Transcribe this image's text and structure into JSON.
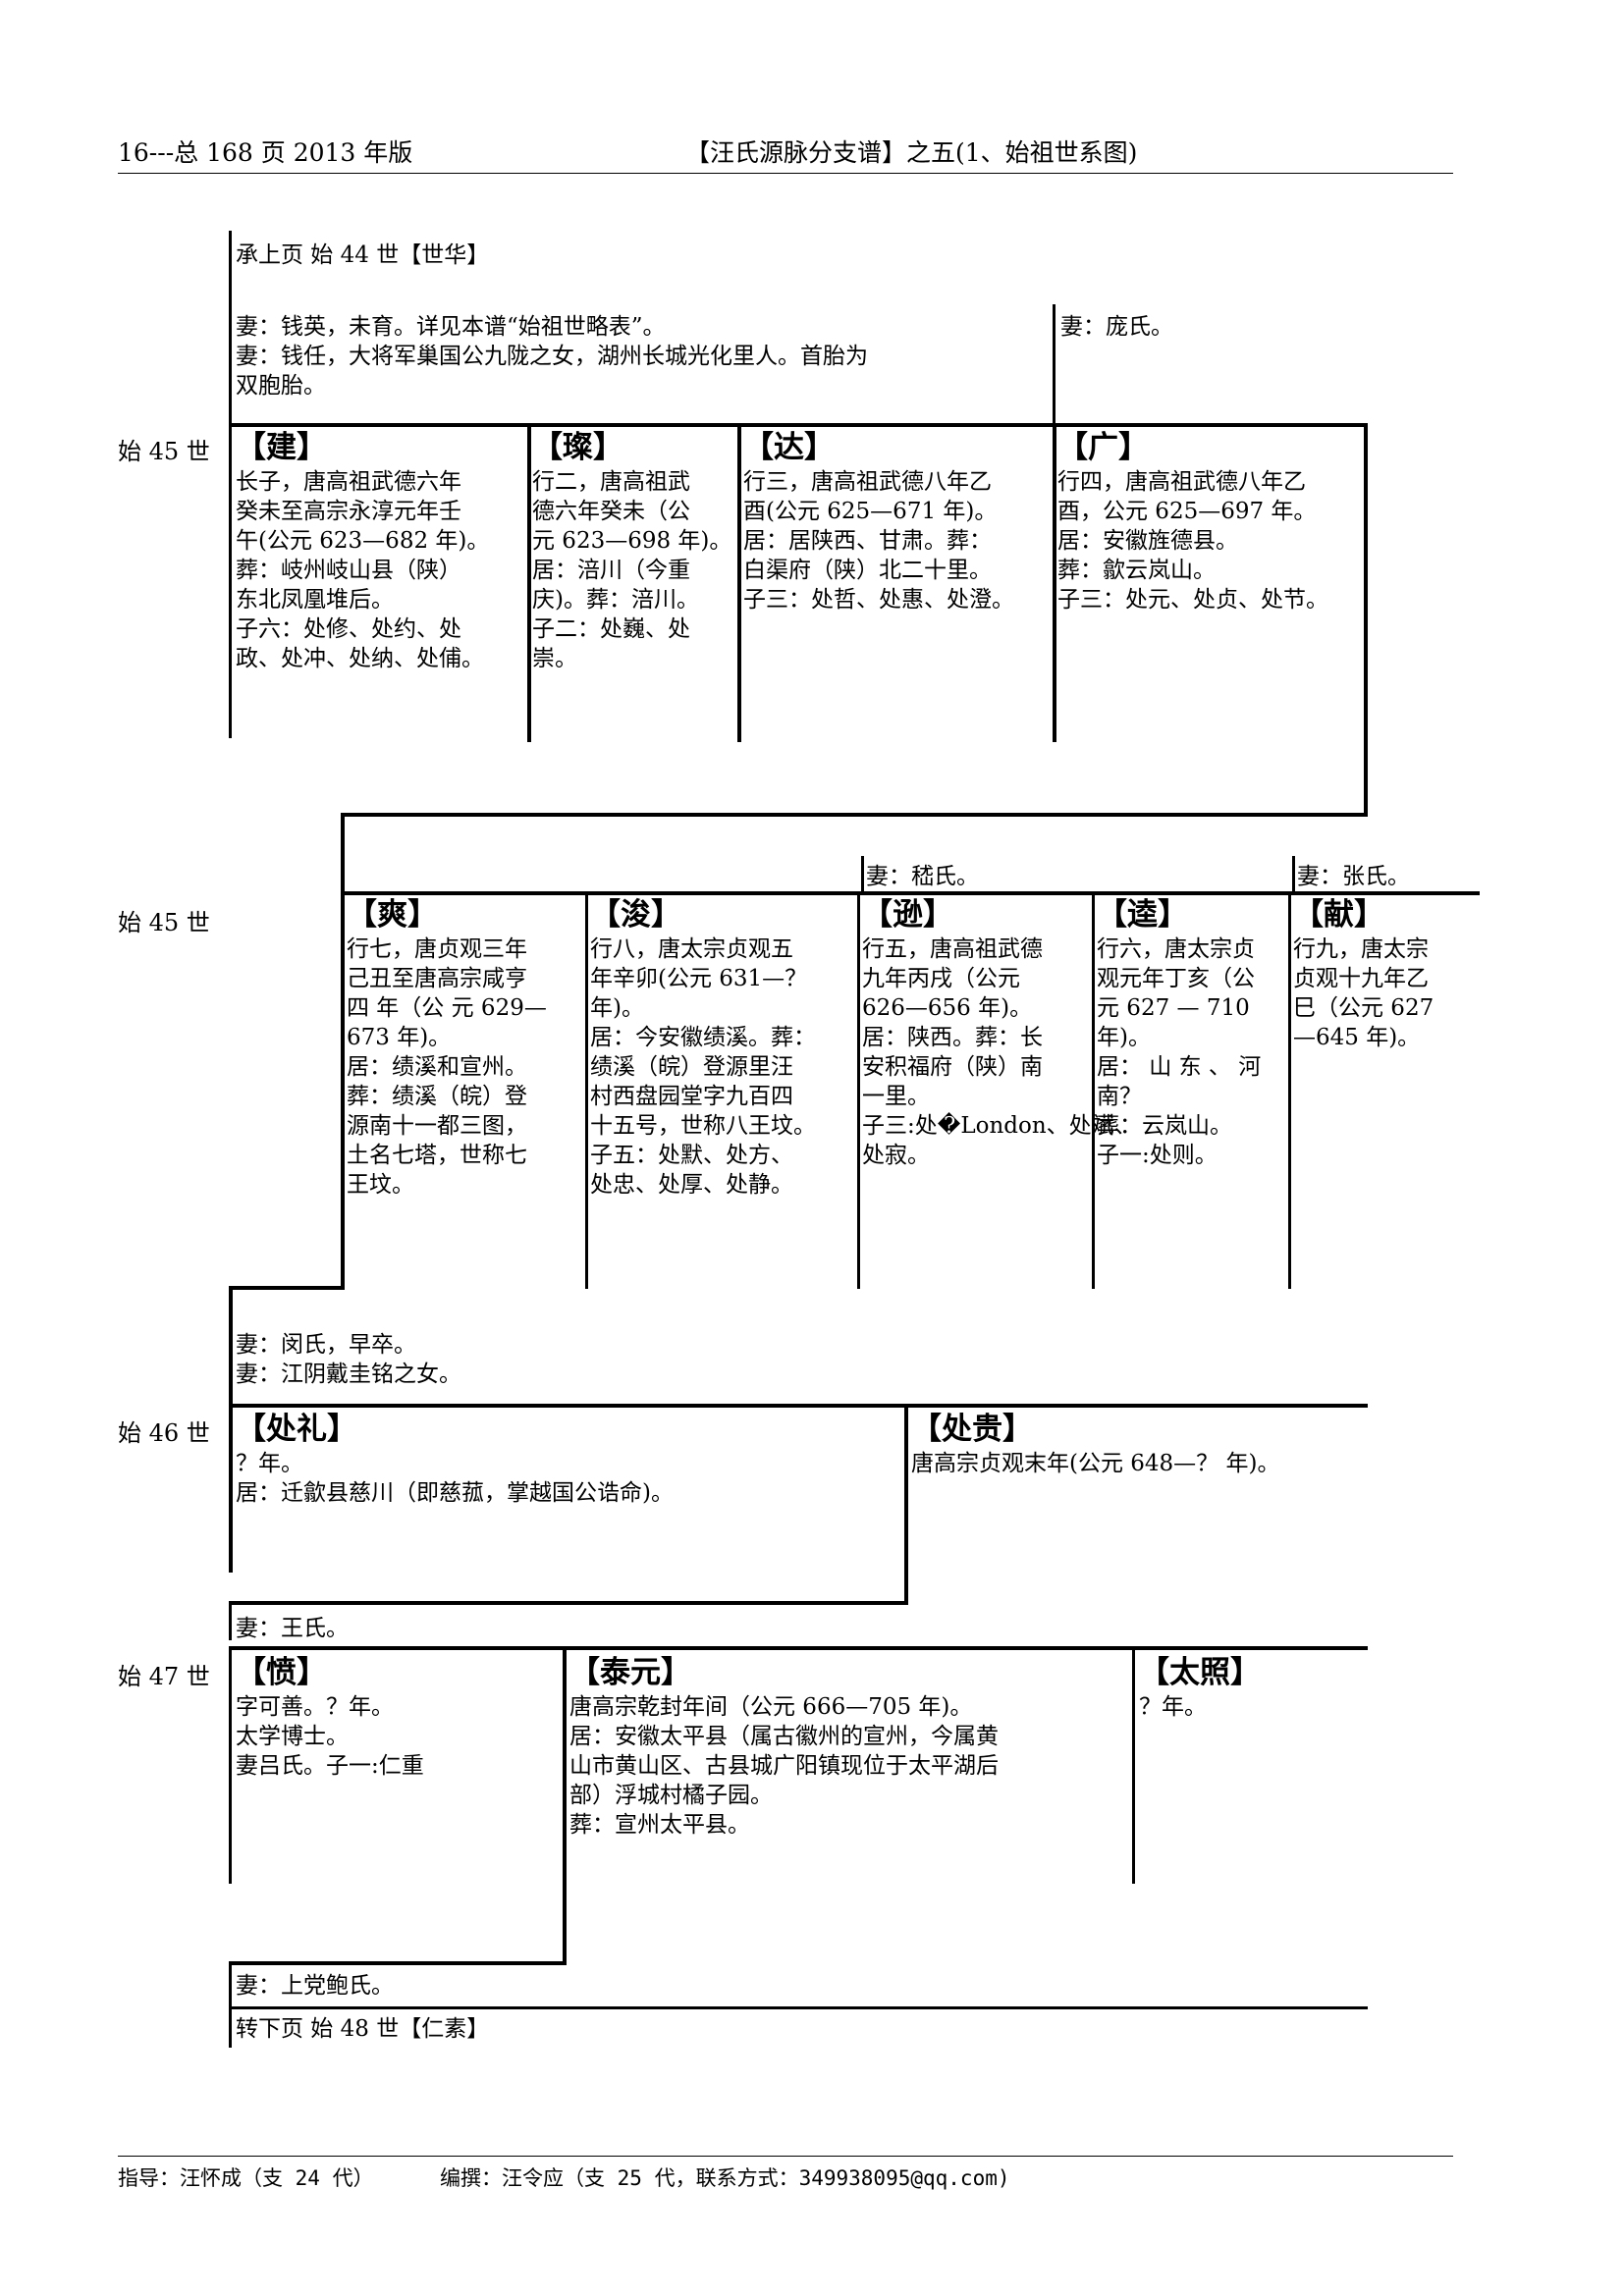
{
  "header": {
    "left": "16---总 168 页 2013 年版",
    "center": "【汪氏源脉分支谱】之五(1、始祖世系图)"
  },
  "top": {
    "continued": "承上页 始 44 世【世华】",
    "wife_a": [
      "妻：钱英，未育。详见本谱“始祖世略表”。",
      "妻：钱任，大将军巢国公九陇之女，湖州长城光化里人。首胎为",
      "双胞胎。"
    ],
    "wife_b": "妻：庞氏。"
  },
  "gen45a": {
    "label": "始 45 世",
    "people": [
      {
        "name": "【建】",
        "lines": [
          "长子，唐高祖武德六年",
          "癸未至高宗永淳元年壬",
          "午(公元 623—682 年)。",
          "葬：岐州岐山县（陕）",
          "东北凤凰堆后。",
          "子六：处修、处约、处",
          "政、处冲、处纳、处俌。"
        ]
      },
      {
        "name": "【璨】",
        "lines": [
          "行二，唐高祖武",
          "德六年癸未（公",
          "元 623—698 年)。",
          "居：涪川（今重",
          "庆)。葬：涪川。",
          "子二：处巍、处",
          "崇。"
        ]
      },
      {
        "name": "【达】",
        "lines": [
          "行三，唐高祖武德八年乙",
          "酉(公元 625—671 年)。",
          "居：居陕西、甘肃。葬：",
          "白渠府（陕）北二十里。",
          "子三：处哲、处惠、处澄。"
        ]
      },
      {
        "name": "【广】",
        "lines": [
          "行四，唐高祖武德八年乙",
          "酉，公元 625—697 年。",
          "居：安徽旌德县。",
          "葬：歙云岚山。",
          "子三：处元、处贞、处节。"
        ]
      }
    ]
  },
  "gen45b": {
    "label": "始 45 世",
    "wife_xun": "妻：嵇氏。",
    "wife_xian": "妻：张氏。",
    "people": [
      {
        "name": "【爽】",
        "lines": [
          "行七，唐贞观三年",
          "己丑至唐高宗咸亨",
          "四 年（公 元 629—",
          "673 年)。",
          "居：绩溪和宣州。",
          "葬：绩溪（皖）登",
          "源南十一都三图，",
          "土名七塔，世称七",
          "王坟。"
        ]
      },
      {
        "name": "【浚】",
        "lines": [
          "行八，唐太宗贞观五",
          "年辛卯(公元 631—？",
          "年)。",
          "居：今安徽绩溪。葬：",
          "绩溪（皖）登源里汪",
          "村西盘园堂字九百四",
          "十五号，世称八王坟。",
          "子五：处默、处方、",
          "处忠、处厚、处静。"
        ]
      },
      {
        "name": "【逊】",
        "lines": [
          "行五，唐高祖武德",
          "九年丙戌（公元",
          "626—656 年)。",
          "居：陕西。葬：长",
          "安积福府（陕）南",
          "一里。",
          "子三:处�London、处斌、",
          "处寂。"
        ]
      },
      {
        "name": "【逵】",
        "lines": [
          "行六，唐太宗贞",
          "观元年丁亥（公",
          "元  627 — 710",
          "年)。",
          "居： 山 东 、 河",
          "南？",
          "葬：云岚山。",
          "子一:处则。"
        ]
      },
      {
        "name": "【献】",
        "lines": [
          "行九，唐太宗",
          "贞观十九年乙",
          "巳（公元 627",
          "—645 年)。"
        ]
      }
    ]
  },
  "gen46": {
    "label": "始 46 世",
    "wife_lines": [
      "妻：闵氏，早卒。",
      "妻：江阴戴圭铭之女。"
    ],
    "people": [
      {
        "name": "【处礼】",
        "lines": [
          "？年。",
          "居：迁歙县慈川（即慈菰，掌越国公诰命)。"
        ]
      },
      {
        "name": "【处贵】",
        "lines": [
          "唐高宗贞观末年(公元 648—？ 年)。"
        ]
      }
    ]
  },
  "gen47": {
    "label": "始 47 世",
    "wife": "妻：王氏。",
    "people": [
      {
        "name": "【愤】",
        "lines": [
          "字可善。？年。",
          "太学博士。",
          "妻吕氏。子一:仁重"
        ]
      },
      {
        "name": "【泰元】",
        "lines": [
          "唐高宗乾封年间（公元 666—705 年)。",
          "居：安徽太平县（属古徽州的宣州，今属黄",
          "山市黄山区、古县城广阳镇现位于太平湖后",
          "部）浮城村橘子园。",
          "葬：宣州太平县。"
        ]
      },
      {
        "name": "【太照】",
        "lines": [
          "？年。"
        ]
      }
    ]
  },
  "bottom": {
    "wife": "妻：上党鲍氏。",
    "next": "转下页 始 48 世【仁素】"
  },
  "footer": {
    "guide": "指导：汪怀成（支 24 代）",
    "editor": "编撰：汪令应（支 25 代，联系方式：349938095@qq.com)"
  }
}
